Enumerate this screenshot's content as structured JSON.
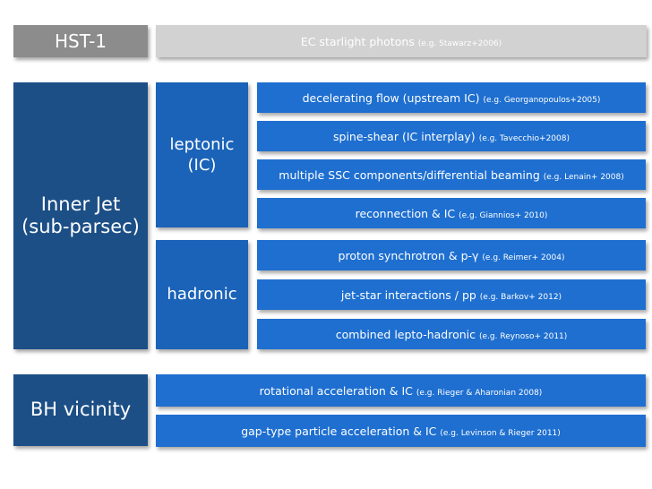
{
  "hst": {
    "label": "HST-1",
    "ec": {
      "main": "EC starlight photons",
      "ref": "(e.g. Stawarz+2006)"
    }
  },
  "inner_jet": {
    "line1": "Inner Jet",
    "line2": "(sub-parsec)",
    "leptonic": {
      "line1": "leptonic",
      "line2": "(IC)",
      "items": [
        {
          "main": "decelerating flow (upstream IC)",
          "ref": "(e.g. Georganopoulos+2005)"
        },
        {
          "main": "spine-shear (IC interplay)",
          "ref": "(e.g. Tavecchio+2008)"
        },
        {
          "main": "multiple SSC components/differential beaming",
          "ref": "(e.g. Lenain+ 2008)"
        },
        {
          "main": "reconnection & IC",
          "ref": "(e.g. Giannios+ 2010)"
        }
      ]
    },
    "hadronic": {
      "label": "hadronic",
      "items": [
        {
          "main": "proton synchrotron & p-γ",
          "ref": "(e.g. Reimer+ 2004)"
        },
        {
          "main": "jet-star interactions / pp",
          "ref": "(e.g. Barkov+ 2012)"
        },
        {
          "main": "combined lepto-hadronic",
          "ref": "(e.g. Reynoso+ 2011)"
        }
      ]
    }
  },
  "bh": {
    "label": "BH vicinity",
    "items": [
      {
        "main": "rotational acceleration & IC",
        "ref": "(e.g. Rieger & Aharonian 2008)"
      },
      {
        "main": "gap-type particle acceleration & IC",
        "ref": "(e.g. Levinson & Rieger 2011)"
      }
    ]
  }
}
